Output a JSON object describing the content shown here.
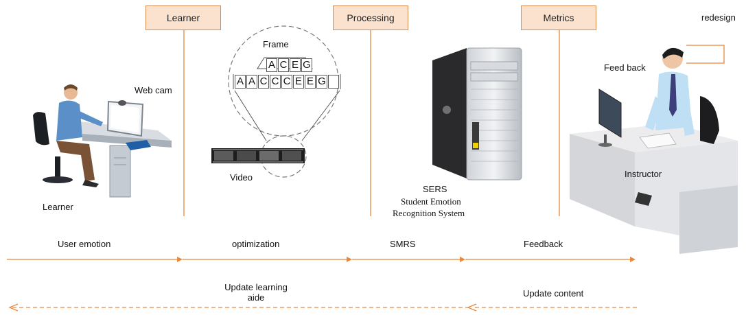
{
  "stages": {
    "learner": "Learner",
    "processing": "Processing",
    "metrics": "Metrics"
  },
  "labels": {
    "redesign": "redesign",
    "web_cam": "Web cam",
    "learner_figure": "Learner",
    "frame": "Frame",
    "video": "Video",
    "feed_back": "Feed back",
    "instructor": "Instructor",
    "sers_title": "SERS",
    "sers_line1": "Student Emotion",
    "sers_line2": "Recognition System"
  },
  "sequences": {
    "top": [
      "A",
      "C",
      "E",
      "G"
    ],
    "bottom": [
      "A",
      "A",
      "C",
      "C",
      "C",
      "E",
      "E",
      "G"
    ]
  },
  "flow_forward": {
    "steps": [
      "User emotion",
      "optimization",
      "SMRS",
      "Feedback"
    ]
  },
  "flow_back": {
    "update_learning_line1": "Update learning",
    "update_learning_line2": "aide",
    "update_content": "Update content"
  },
  "colors": {
    "accent": "#e8873d",
    "box_fill": "#fbe2cf",
    "box_border": "#d98a4e"
  }
}
